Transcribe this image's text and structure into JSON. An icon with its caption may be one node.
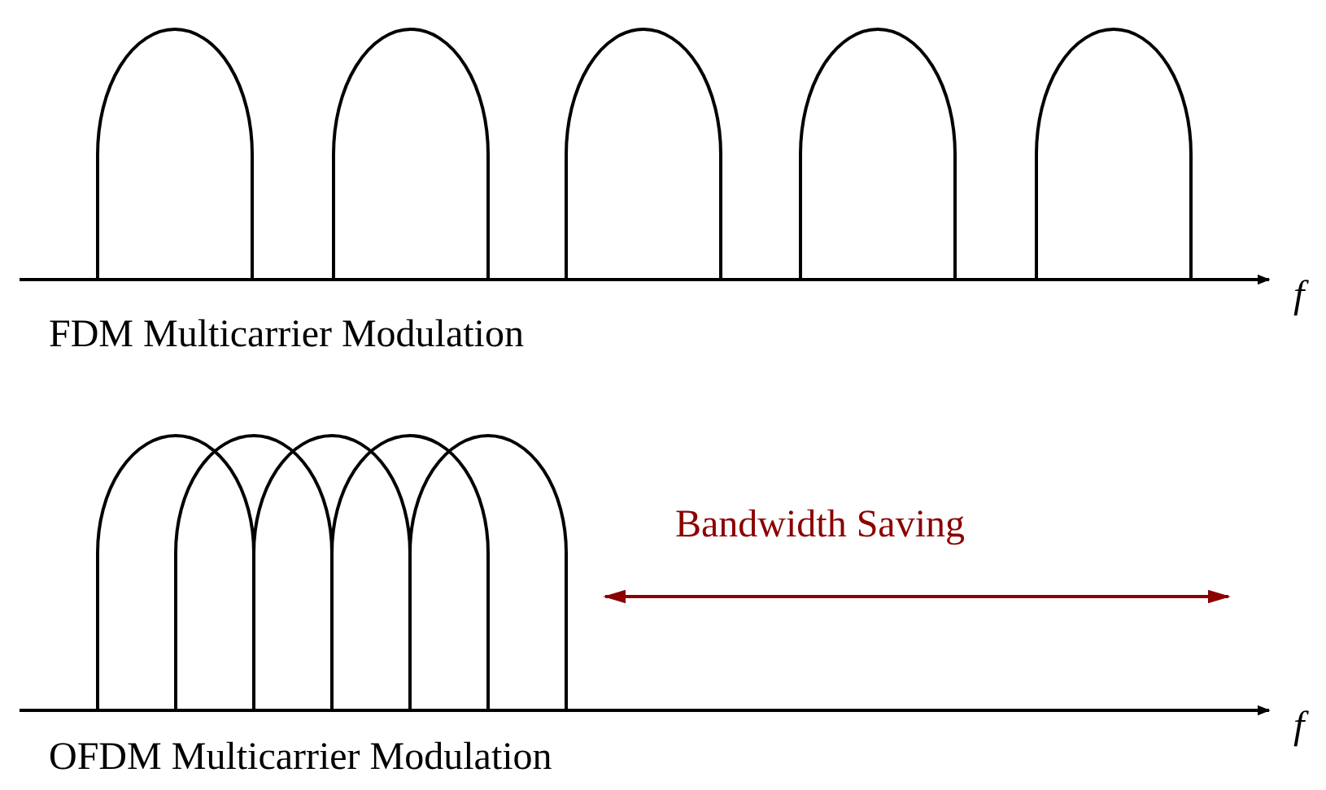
{
  "diagram": {
    "labels": [
      "f",
      "FDM Multicarrier Modulation",
      "Bandwidth Saving",
      "f",
      "OFDM Multicarrier Modulation"
    ]
  }
}
